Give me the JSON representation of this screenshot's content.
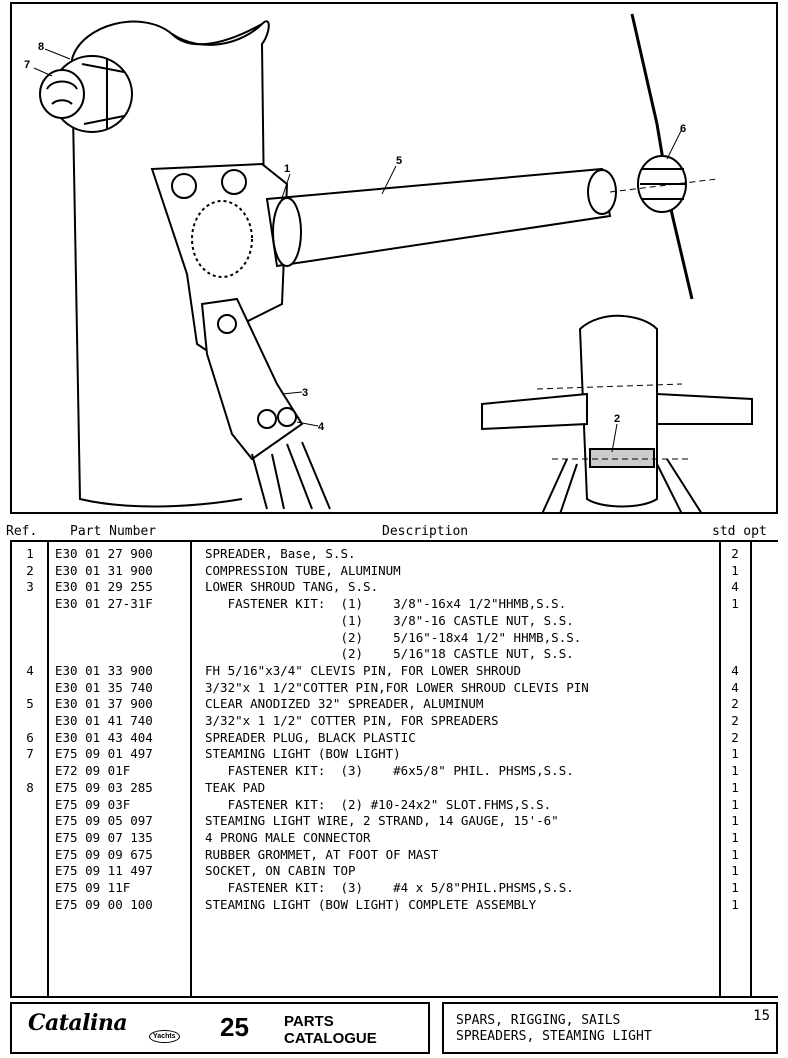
{
  "callouts": [
    "1",
    "2",
    "3",
    "4",
    "5",
    "6",
    "7",
    "8"
  ],
  "table": {
    "headers": {
      "ref": "Ref.",
      "part_number": "Part Number",
      "description": "Description",
      "std_opt": "std opt"
    },
    "rows": [
      {
        "ref": "1",
        "part": "E30 01 27 900",
        "desc": "SPREADER, Base, S.S.",
        "qty": "2"
      },
      {
        "ref": "2",
        "part": "E30 01 31 900",
        "desc": "COMPRESSION TUBE, ALUMINUM",
        "qty": "1"
      },
      {
        "ref": "3",
        "part": "E30 01 29 255",
        "desc": "LOWER SHROUD TANG, S.S.",
        "qty": "4"
      },
      {
        "ref": "",
        "part": "E30 01 27-31F",
        "desc": "   FASTENER KIT:  (1)    3/8\"-16x4 1/2\"HHMB,S.S.",
        "qty": "1"
      },
      {
        "ref": "",
        "part": "",
        "desc": "                  (1)    3/8\"-16 CASTLE NUT, S.S.",
        "qty": ""
      },
      {
        "ref": "",
        "part": "",
        "desc": "                  (2)    5/16\"-18x4 1/2\" HHMB,S.S.",
        "qty": ""
      },
      {
        "ref": "",
        "part": "",
        "desc": "                  (2)    5/16\"18 CASTLE NUT, S.S.",
        "qty": ""
      },
      {
        "ref": "4",
        "part": "E30 01 33 900",
        "desc": "FH 5/16\"x3/4\" CLEVIS PIN, FOR LOWER SHROUD",
        "qty": "4"
      },
      {
        "ref": "",
        "part": "E30 01 35 740",
        "desc": "3/32\"x 1 1/2\"COTTER PIN,FOR LOWER SHROUD CLEVIS PIN",
        "qty": "4"
      },
      {
        "ref": "5",
        "part": "E30 01 37 900",
        "desc": "CLEAR ANODIZED 32\" SPREADER, ALUMINUM",
        "qty": "2"
      },
      {
        "ref": "",
        "part": "E30 01 41 740",
        "desc": "3/32\"x 1 1/2\" COTTER PIN, FOR SPREADERS",
        "qty": "2"
      },
      {
        "ref": "6",
        "part": "E30 01 43 404",
        "desc": "SPREADER PLUG, BLACK PLASTIC",
        "qty": "2"
      },
      {
        "ref": "7",
        "part": "E75 09 01 497",
        "desc": "STEAMING LIGHT (BOW LIGHT)",
        "qty": "1"
      },
      {
        "ref": "",
        "part": "E72 09 01F",
        "desc": "   FASTENER KIT:  (3)    #6x5/8\" PHIL. PHSMS,S.S.",
        "qty": "1"
      },
      {
        "ref": "8",
        "part": "E75 09 03 285",
        "desc": "TEAK PAD",
        "qty": "1"
      },
      {
        "ref": "",
        "part": "E75 09 03F",
        "desc": "   FASTENER KIT:  (2) #10-24x2\" SLOT.FHMS,S.S.",
        "qty": "1"
      },
      {
        "ref": "",
        "part": "E75 09 05 097",
        "desc": "STEAMING LIGHT WIRE, 2 STRAND, 14 GAUGE, 15'-6\"",
        "qty": "1"
      },
      {
        "ref": "",
        "part": "E75 09 07 135",
        "desc": "4 PRONG MALE CONNECTOR",
        "qty": "1"
      },
      {
        "ref": "",
        "part": "E75 09 09 675",
        "desc": "RUBBER GROMMET, AT FOOT OF MAST",
        "qty": "1"
      },
      {
        "ref": "",
        "part": "E75 09 11 497",
        "desc": "SOCKET, ON CABIN TOP",
        "qty": "1"
      },
      {
        "ref": "",
        "part": "E75 09 11F",
        "desc": "   FASTENER KIT:  (3)    #4 x 5/8\"PHIL.PHSMS,S.S.",
        "qty": "1"
      },
      {
        "ref": "",
        "part": "E75 09 00 100",
        "desc": "STEAMING LIGHT (BOW LIGHT) COMPLETE ASSEMBLY",
        "qty": "1"
      }
    ]
  },
  "footer": {
    "brand": "Catalina",
    "brand_sub": "Yachts",
    "page_number": "25",
    "catalogue_title": "PARTS CATALOGUE",
    "section_line1": "SPARS, RIGGING, SAILS",
    "section_line2": "SPREADERS, STEAMING LIGHT",
    "sheet_number": "15"
  }
}
